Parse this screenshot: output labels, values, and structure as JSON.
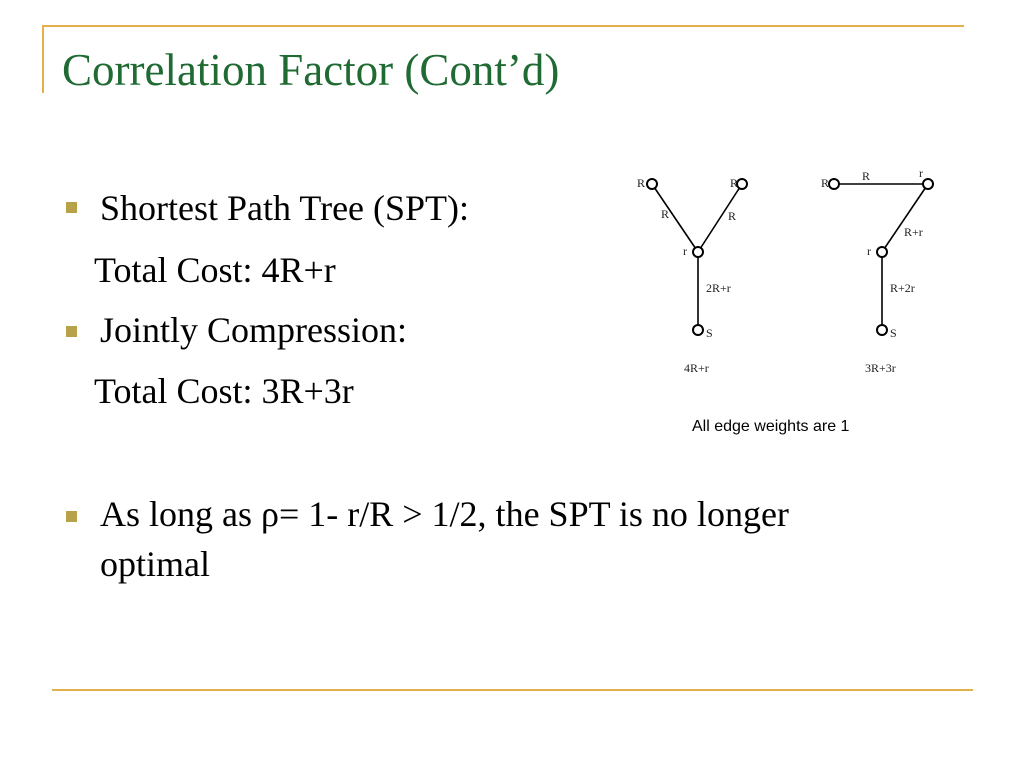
{
  "slide": {
    "title": "Correlation Factor (Cont’d)",
    "bullets": [
      {
        "text": "Shortest Path Tree (SPT):",
        "subtext": "Total Cost: 4R+r"
      },
      {
        "text": "Jointly Compression:",
        "subtext": "Total Cost: 3R+3r"
      },
      {
        "text_line1": "As long as ρ= 1- r/R > 1/2, the SPT is no longer",
        "text_line2": "optimal"
      }
    ],
    "caption": "All edge weights are 1",
    "colors": {
      "title": "#1f6b33",
      "frame": "#e3b04b",
      "bullet": "#b7a24a"
    }
  },
  "diagram": {
    "spt": {
      "node_labels": [
        "R",
        "R",
        "r",
        "S"
      ],
      "edge_labels": [
        "R",
        "R",
        "2R+r"
      ],
      "cost": "4R+r"
    },
    "joint": {
      "node_labels": [
        "R",
        "r",
        "r",
        "S"
      ],
      "edge_labels": [
        "R",
        "R+r",
        "R+2r"
      ],
      "cost": "3R+3r"
    }
  }
}
